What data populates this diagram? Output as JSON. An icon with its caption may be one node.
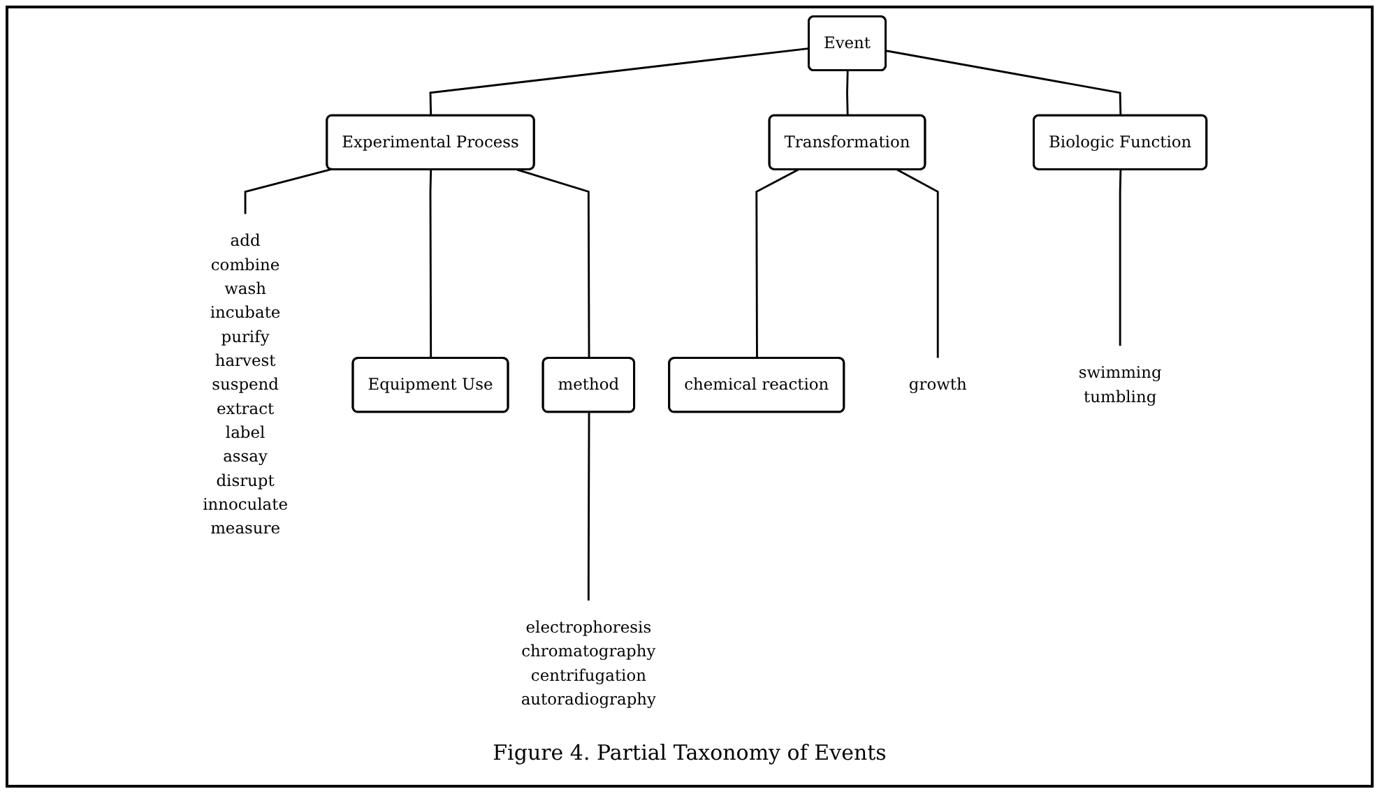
{
  "diagram": {
    "caption": "Figure 4. Partial Taxonomy of Events",
    "nodes": [
      {
        "text": [
          "Event"
        ]
      },
      {
        "text": [
          "Experimental Process"
        ]
      },
      {
        "text": [
          "Transformation"
        ]
      },
      {
        "text": [
          "Biologic Function"
        ]
      },
      {
        "text": [
          "add",
          "combine",
          "wash",
          "incubate",
          "purify",
          "harvest",
          "suspend",
          "extract",
          "label",
          "assay",
          "disrupt",
          "innoculate",
          "measure"
        ]
      },
      {
        "text": [
          "Equipment Use"
        ]
      },
      {
        "text": [
          "method"
        ]
      },
      {
        "text": [
          "chemical reaction"
        ]
      },
      {
        "text": [
          "growth"
        ]
      },
      {
        "text": [
          "swimming",
          "tumbling"
        ]
      },
      {
        "text": [
          "electrophoresis",
          "chromatography",
          "centrifugation",
          "autoradiography"
        ]
      }
    ],
    "edges": [
      {
        "from": 0,
        "to": 1,
        "arrow": "none"
      },
      {
        "from": 0,
        "to": 2,
        "arrow": "none"
      },
      {
        "from": 0,
        "to": 3,
        "arrow": "none"
      },
      {
        "from": 1,
        "to": 4,
        "arrow": "none"
      },
      {
        "from": 1,
        "to": 5,
        "arrow": "none"
      },
      {
        "from": 1,
        "to": 6,
        "arrow": "none"
      },
      {
        "from": 2,
        "to": 7,
        "arrow": "none"
      },
      {
        "from": 2,
        "to": 8,
        "arrow": "none"
      },
      {
        "from": 3,
        "to": 9,
        "arrow": "none"
      },
      {
        "from": 6,
        "to": 10,
        "arrow": "none"
      }
    ]
  }
}
